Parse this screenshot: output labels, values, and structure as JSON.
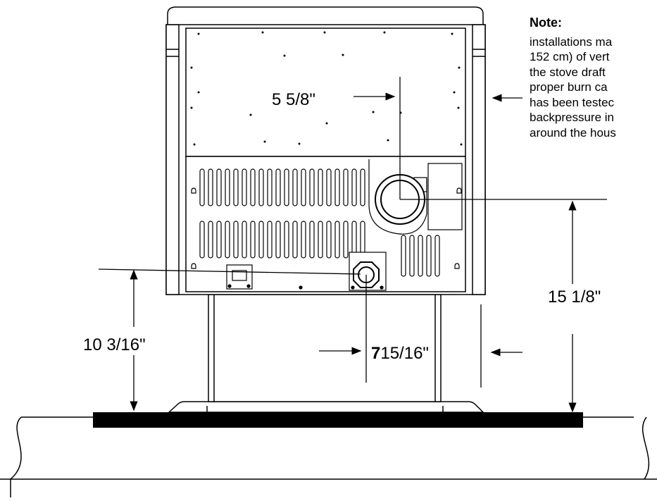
{
  "diagram": {
    "dimensions": {
      "flue_outlet_height": "15 1/8\"",
      "flue_outlet_offset": "5 5/8\"",
      "intake_height": "10 3/16\"",
      "intake_offset_bold": "7",
      "intake_offset_rest": "15/16\""
    },
    "note": {
      "heading": "Note:",
      "lines": [
        "installations ma",
        "152 cm) of vert",
        "the stove draft",
        "proper burn ca",
        "has been testec",
        "backpressure in",
        "around the hous"
      ]
    },
    "colors": {
      "line": "#000000",
      "background": "#ffffff",
      "hearth_pad": "#000000"
    }
  }
}
